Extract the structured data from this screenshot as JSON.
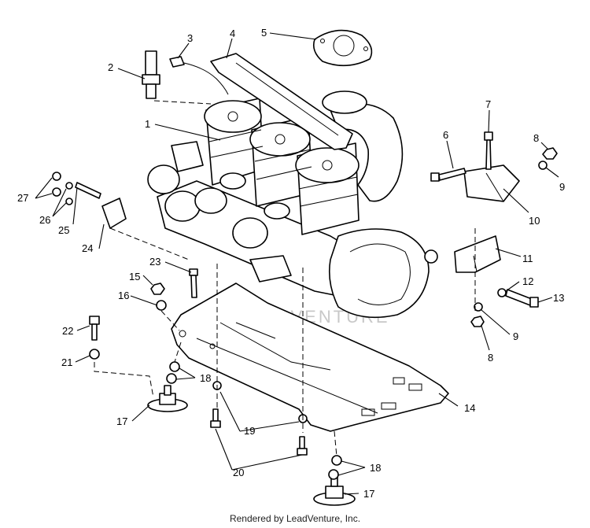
{
  "callouts": {
    "c1": "1",
    "c2": "2",
    "c3": "3",
    "c4": "4",
    "c5": "5",
    "c6": "6",
    "c7": "7",
    "c8a": "8",
    "c8b": "8",
    "c9a": "9",
    "c9b": "9",
    "c10": "10",
    "c11": "11",
    "c12": "12",
    "c13": "13",
    "c14": "14",
    "c15": "15",
    "c16": "16",
    "c17a": "17",
    "c17b": "17",
    "c18a": "18",
    "c18b": "18",
    "c19": "19",
    "c20": "20",
    "c21": "21",
    "c22": "22",
    "c23": "23",
    "c24": "24",
    "c25": "25",
    "c26": "26",
    "c27": "27"
  },
  "watermark": "LEADVENTURE",
  "footer": "Rendered by LeadVenture, Inc."
}
